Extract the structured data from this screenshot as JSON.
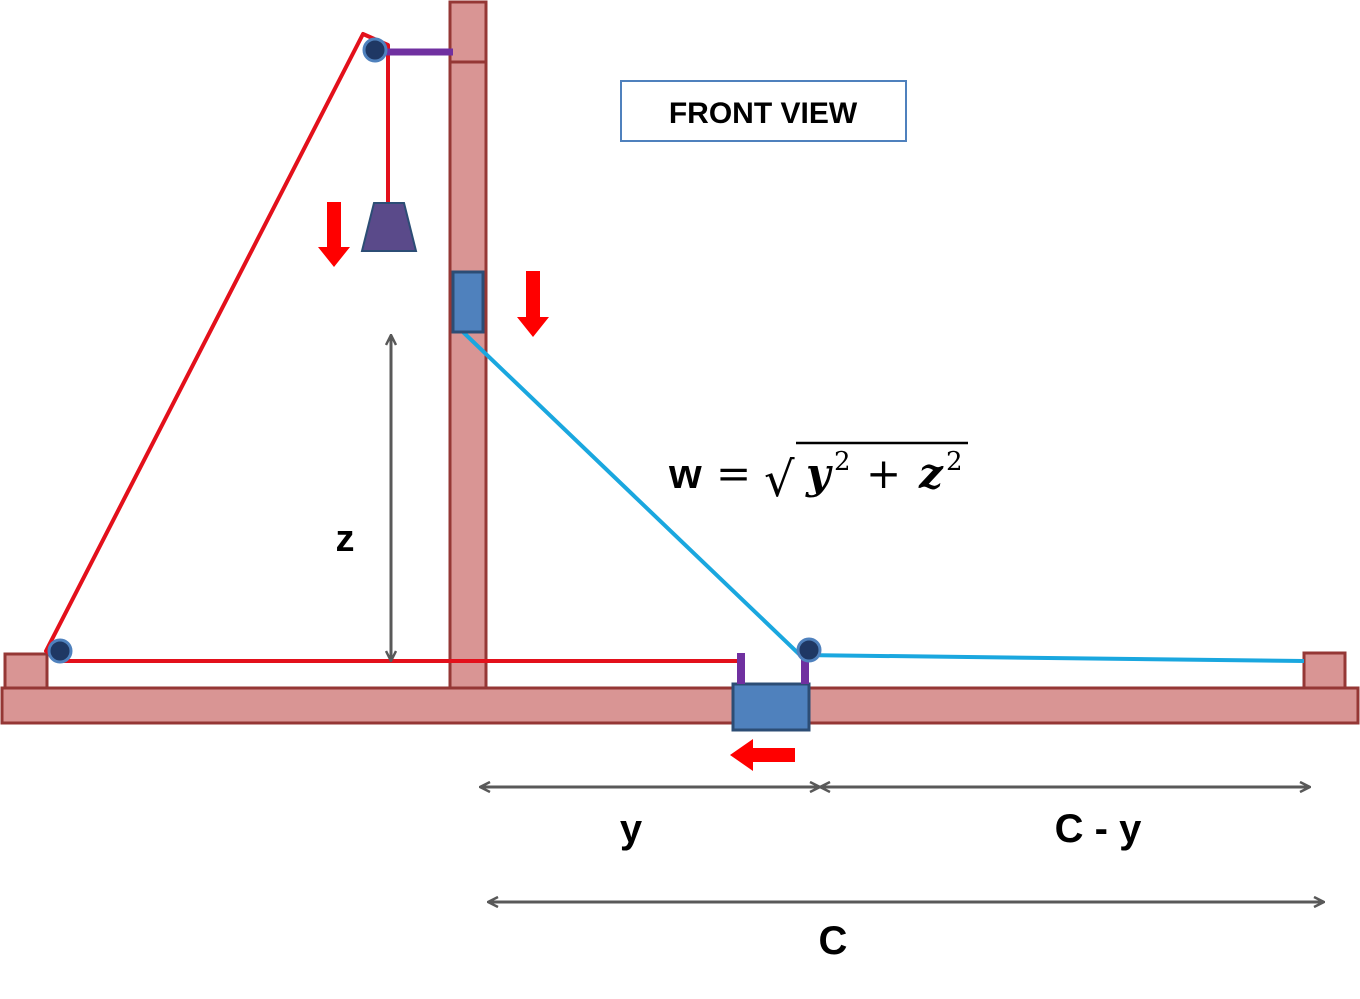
{
  "title_box": {
    "text": "FRONT VIEW"
  },
  "labels": {
    "z": "z",
    "y": "y",
    "c_minus_y": "C - y",
    "c": "C"
  },
  "formula": {
    "lhs": "w",
    "equals": "=",
    "sqrt": "√",
    "var1": "y",
    "exp1": "2",
    "plus": "+",
    "var2": "z",
    "exp2": "2"
  },
  "colors": {
    "wood_fill": "#d99594",
    "wood_stroke": "#953735",
    "red_rope": "#e3101b",
    "blue_rope": "#1aa7df",
    "block_fill": "#4f81bd",
    "block_stroke": "#2c4d75",
    "purple": "#7030a0",
    "weight_fill": "#5a4a8a",
    "dimension": "#595959",
    "arrow_red": "#ff0000",
    "title_border": "#4f81bd"
  }
}
